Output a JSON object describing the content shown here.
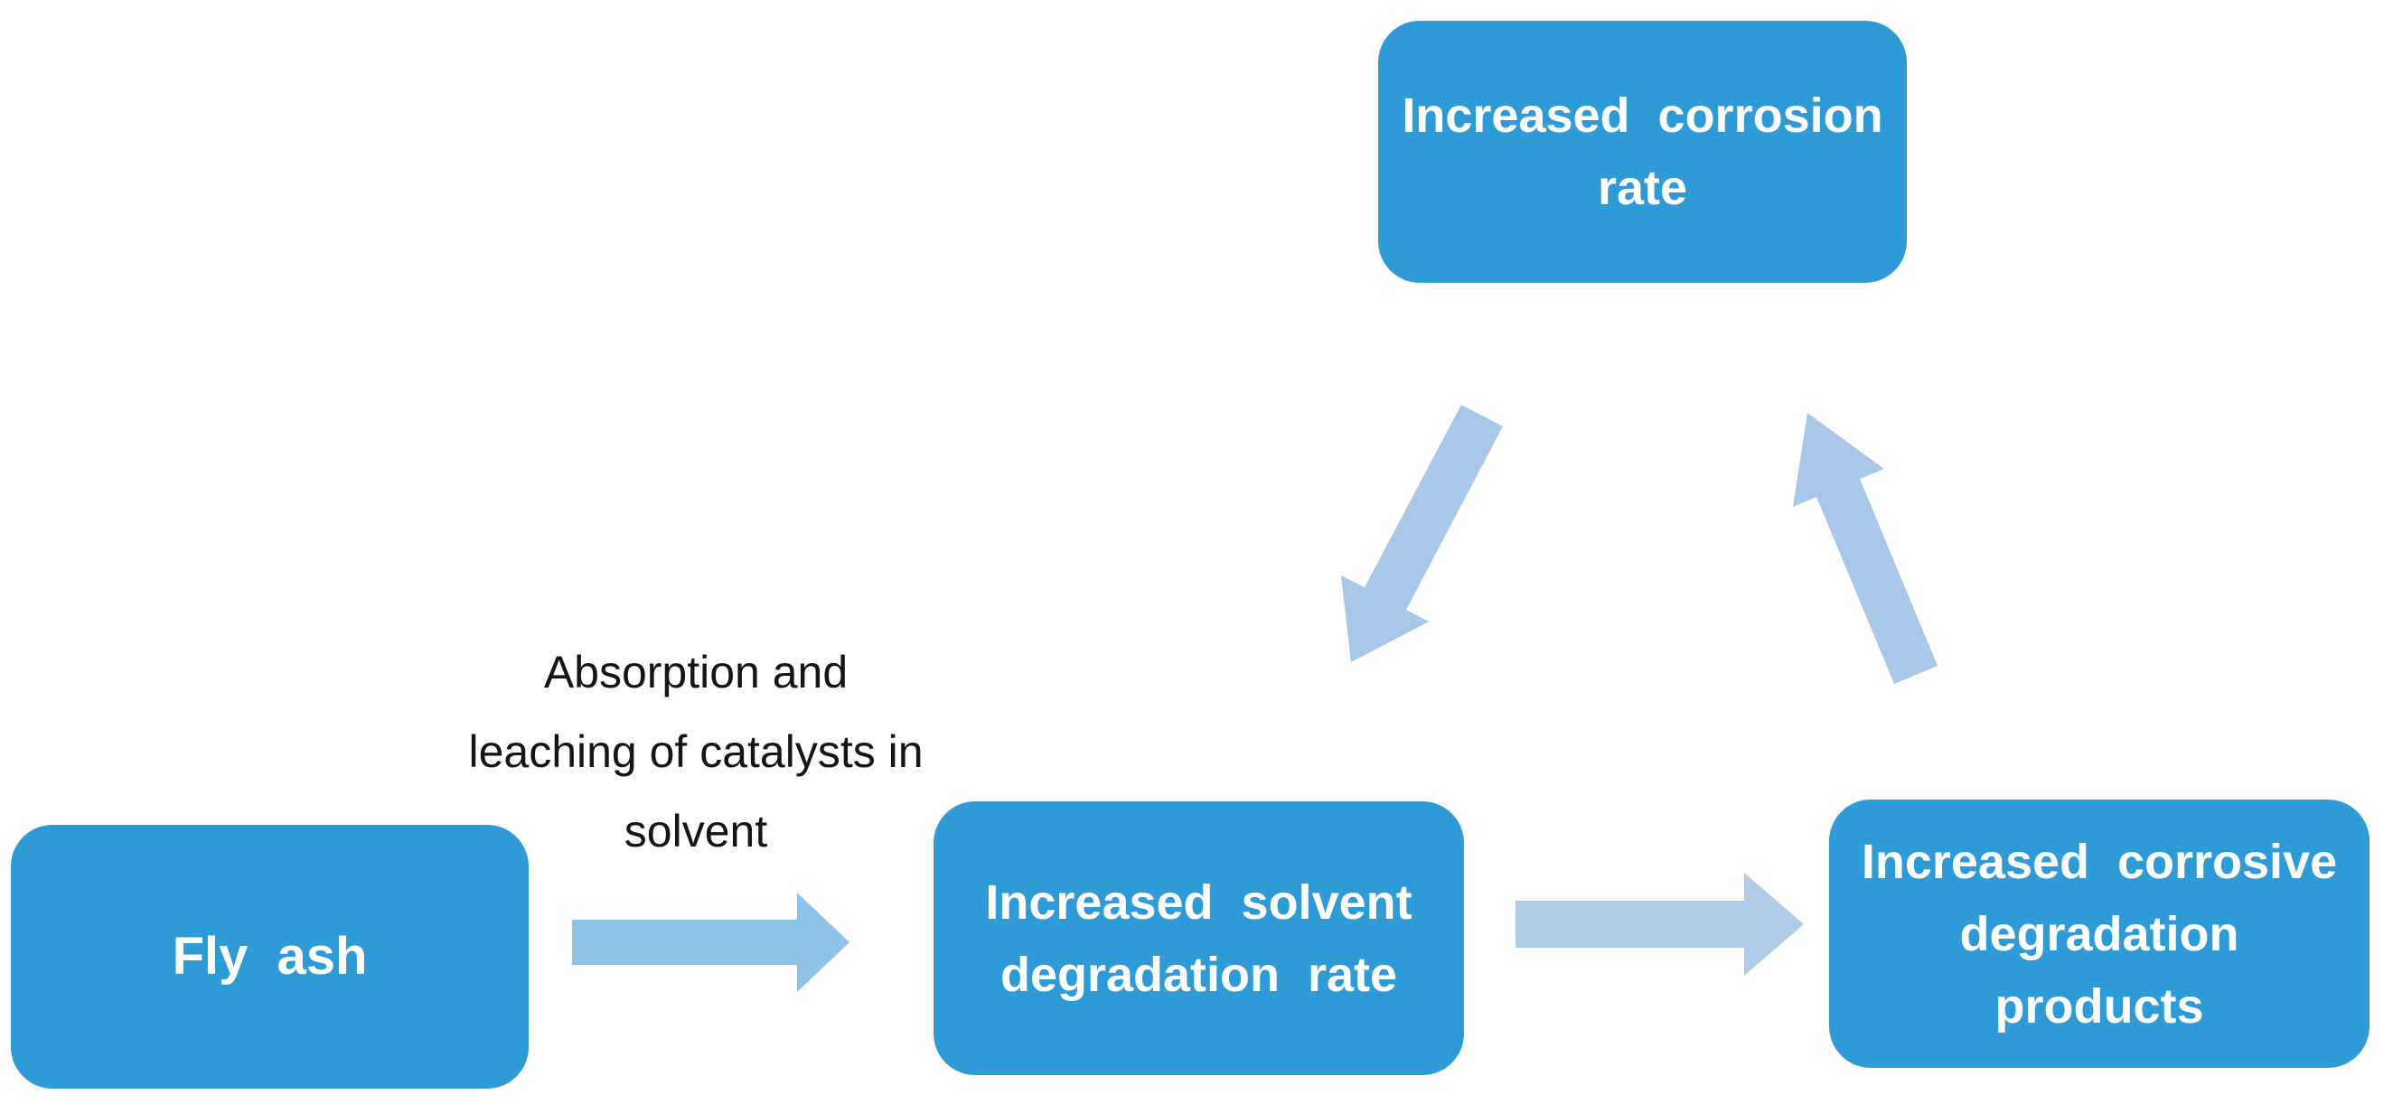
{
  "diagram": {
    "background_color": "#FFFFFF",
    "node_fill_color": "#2E9BD6",
    "node_text_color": "#FFFFFF",
    "arrow_color_light": "#A9C7E8",
    "arrow_color_medium": "#8EC2E6",
    "label_text_color": "#151515",
    "nodes": [
      {
        "id": "increased-corrosion-rate",
        "label": "Increased corrosion\nrate"
      },
      {
        "id": "fly-ash",
        "label": "Fly ash"
      },
      {
        "id": "increased-solvent-degradation-rate",
        "label": "Increased solvent\ndegradation rate"
      },
      {
        "id": "increased-corrosive-degradation-products",
        "label": "Increased corrosive\ndegradation\nproducts"
      }
    ],
    "edges": [
      {
        "from": "fly-ash",
        "to": "increased-solvent-degradation-rate",
        "label": "Absorption and\nleaching of catalysts in\nsolvent"
      },
      {
        "from": "increased-solvent-degradation-rate",
        "to": "increased-corrosive-degradation-products",
        "label": ""
      },
      {
        "from": "increased-corrosive-degradation-products",
        "to": "increased-corrosion-rate",
        "label": ""
      },
      {
        "from": "increased-corrosion-rate",
        "to": "increased-solvent-degradation-rate",
        "label": ""
      }
    ]
  }
}
